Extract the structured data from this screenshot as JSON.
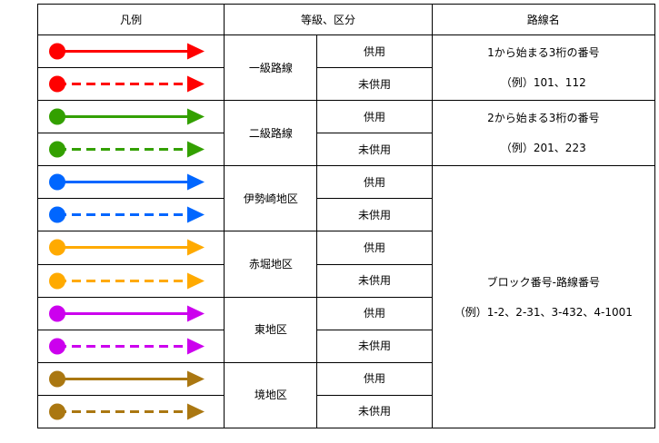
{
  "header": {
    "legend": "凡例",
    "class": "等級、区分",
    "route_name": "路線名"
  },
  "colors": {
    "ichikyu": "#ff0000",
    "nikyu": "#33a000",
    "iseki": "#0066ff",
    "akahori": "#ffaa00",
    "higashi": "#cc00ee",
    "sakai": "#aa7711"
  },
  "status": {
    "in_use": "供用",
    "not_in_use": "未供用"
  },
  "groups": [
    {
      "label": "一級路線",
      "color_key": "ichikyu"
    },
    {
      "label": "二級路線",
      "color_key": "nikyu"
    },
    {
      "label": "伊勢崎地区",
      "color_key": "iseki"
    },
    {
      "label": "赤堀地区",
      "color_key": "akahori"
    },
    {
      "label": "東地区",
      "color_key": "higashi"
    },
    {
      "label": "境地区",
      "color_key": "sakai"
    }
  ],
  "route_names": {
    "ichikyu": {
      "rule": "1から始まる3桁の番号",
      "example": "（例）101、112"
    },
    "nikyu": {
      "rule": "2から始まる3桁の番号",
      "example": "（例）201、223"
    },
    "district": {
      "rule": "ブロック番号-路線番号",
      "example": "（例）1-2、2-31、3-432、4-1001"
    }
  }
}
